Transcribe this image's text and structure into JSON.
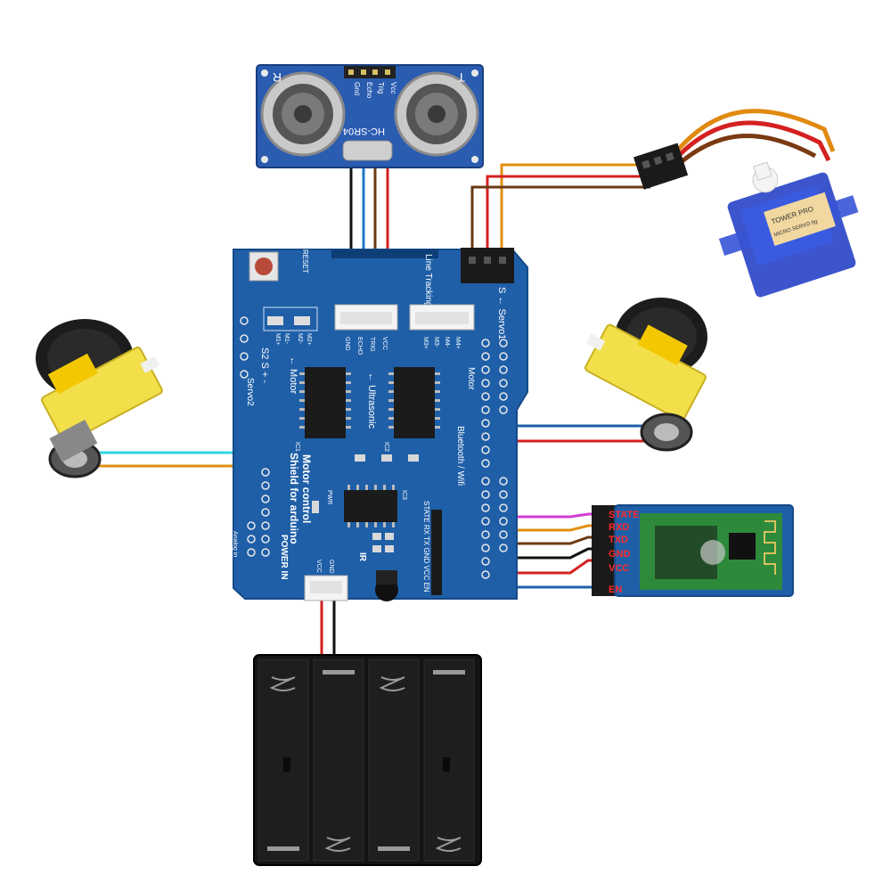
{
  "ultrasonic": {
    "side_left": "R",
    "side_right": "T",
    "model": "HC-SR04",
    "pins": [
      "Gnd",
      "Echo",
      "Trig",
      "Vcc"
    ]
  },
  "board": {
    "reset": "RESET",
    "line_tracking": "Line Tracking",
    "servo1": "S ← Servo1",
    "servo2": "S2 S + -",
    "servo2_label": "Servo2",
    "motor_left": "← Motor",
    "motor_right": "Motor",
    "ultrasonic_label": "← Ultrasonic",
    "echo_pins": [
      "GND",
      "ECHO",
      "TRIG",
      "VCC"
    ],
    "title_line1": "Motor control",
    "title_line2": "Shield for arduino",
    "bluetooth": "Bluetooth / Wifi",
    "bt_pins": "STATE RX TX GND VCC EN",
    "ir": "IR",
    "power": "POWER IN",
    "vcc": "VCC",
    "gnd": "GND",
    "pwr": "PWR",
    "analog": "Analog in",
    "ic_labels": [
      "IC1",
      "IC2",
      "IC3"
    ],
    "motor_pins_left": [
      "M1+",
      "M1-",
      "M2-",
      "M2+"
    ],
    "motor_pins_right": [
      "M3+",
      "M3-",
      "M4-",
      "M4+"
    ]
  },
  "bluetooth_module": {
    "pins": [
      "STATE",
      "RXD",
      "TXD",
      "GND",
      "VCC",
      "EN"
    ]
  },
  "servo": {
    "brand": "TOWER PRO",
    "model": "MICRO SERVO 9g"
  },
  "colors": {
    "pcb": "#1f5fa8",
    "wire_black": "#111111",
    "wire_red": "#d42020",
    "wire_blue": "#1f77c8",
    "wire_brown": "#6b3a12",
    "wire_orange": "#e09010",
    "wire_cyan": "#2fd6e0",
    "wire_magenta": "#d23cd2"
  }
}
